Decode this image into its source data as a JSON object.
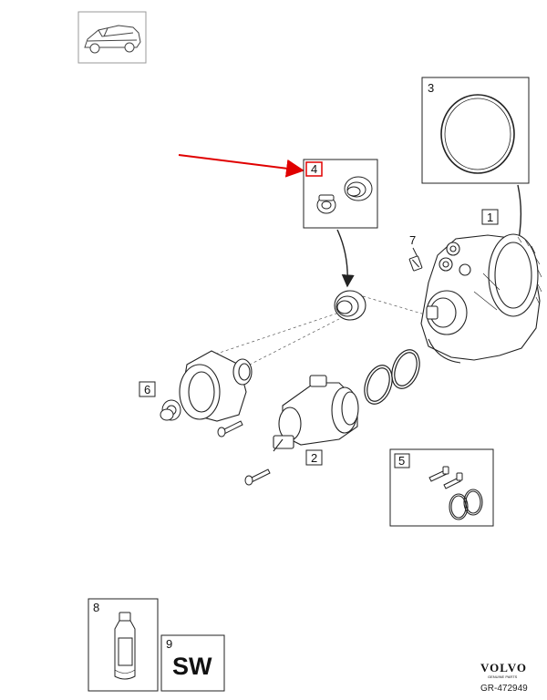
{
  "colors": {
    "line": "#222222",
    "arrow": "#e00000",
    "panel": "#fafafa"
  },
  "callouts": {
    "c1": "1",
    "c2": "2",
    "c3": "3",
    "c4": "4",
    "c5": "5",
    "c6": "6",
    "c7": "7",
    "c8": "8",
    "c9": "9"
  },
  "sw_label": "SW",
  "brand": {
    "name": "VOLVO",
    "sub": "GENUINE PARTS"
  },
  "reference_code": "GR-472949",
  "icons": {
    "vehicle": "car-silhouette-icon",
    "arrow": "red-pointer-arrow-icon",
    "bottle": "fluid-bottle-icon"
  }
}
